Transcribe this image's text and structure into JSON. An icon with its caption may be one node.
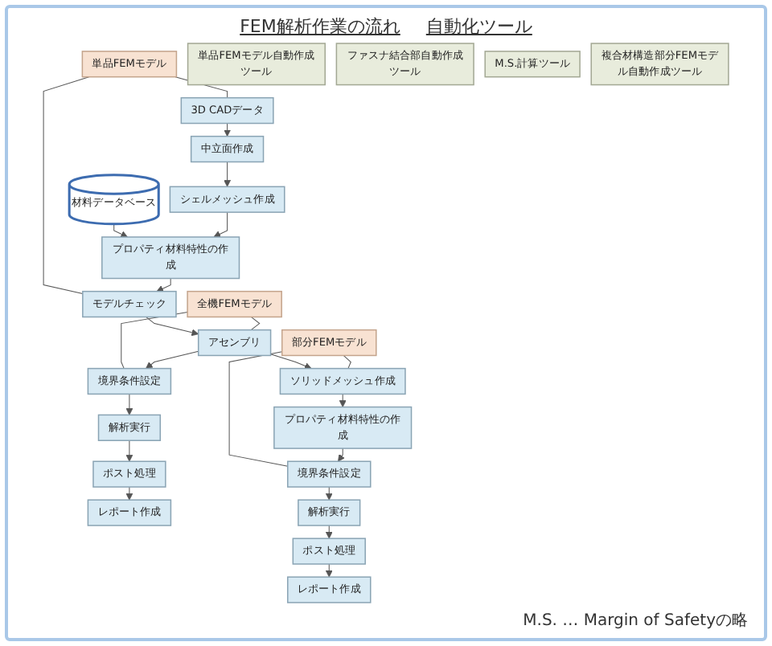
{
  "diagram": {
    "title": "FEM解析作業の流れ",
    "nodes": [
      {
        "text": [
          "単品FEMモデル"
        ]
      },
      {
        "text": [
          "材料データベース"
        ]
      },
      {
        "text": [
          "3D CADデータ"
        ]
      },
      {
        "text": [
          "中立面作成"
        ]
      },
      {
        "text": [
          "シェルメッシュ作成"
        ]
      },
      {
        "text": [
          "プロパティ材料特性の作成"
        ]
      },
      {
        "text": [
          "モデルチェック"
        ]
      },
      {
        "text": [
          "単品FEMモデル自動作成ツール"
        ]
      },
      {
        "text": [
          "全機FEMモデル"
        ]
      },
      {
        "text": [
          "アセンブリ"
        ]
      },
      {
        "text": [
          "境界条件設定"
        ]
      },
      {
        "text": [
          "解析実行"
        ]
      },
      {
        "text": [
          "ポスト処理"
        ]
      },
      {
        "text": [
          "レポート作成"
        ]
      },
      {
        "text": [
          "ファスナ結合部自動作成ツール"
        ]
      },
      {
        "text": [
          "M.S.計算ツール"
        ]
      },
      {
        "text": [
          "部分FEMモデル"
        ]
      },
      {
        "text": [
          "ソリッドメッシュ作成"
        ]
      },
      {
        "text": [
          "プロパティ材料特性の作成"
        ]
      },
      {
        "text": [
          "境界条件設定"
        ]
      },
      {
        "text": [
          "解析実行"
        ]
      },
      {
        "text": [
          "ポスト処理"
        ]
      },
      {
        "text": [
          "レポート作成"
        ]
      },
      {
        "text": [
          "複合材構造部分FEMモデル自動作成ツール"
        ]
      }
    ],
    "edges": [
      {
        "from": 0,
        "to": 2,
        "arrow": "none"
      },
      {
        "from": 0,
        "to": 6,
        "arrow": "none"
      },
      {
        "from": 1,
        "to": 5,
        "arrow": "to"
      },
      {
        "from": 2,
        "to": 3,
        "arrow": "to"
      },
      {
        "from": 3,
        "to": 4,
        "arrow": "to"
      },
      {
        "from": 4,
        "to": 5,
        "arrow": "to"
      },
      {
        "from": 5,
        "to": 6,
        "arrow": "to"
      },
      {
        "from": 6,
        "to": 9,
        "arrow": "to"
      },
      {
        "from": 8,
        "to": 9,
        "arrow": "none"
      },
      {
        "from": 8,
        "to": 10,
        "arrow": "none"
      },
      {
        "from": 9,
        "to": 10,
        "arrow": "to"
      },
      {
        "from": 9,
        "to": 17,
        "arrow": "to"
      },
      {
        "from": 10,
        "to": 11,
        "arrow": "to"
      },
      {
        "from": 11,
        "to": 12,
        "arrow": "to"
      },
      {
        "from": 12,
        "to": 13,
        "arrow": "to"
      },
      {
        "from": 16,
        "to": 17,
        "arrow": "none"
      },
      {
        "from": 16,
        "to": 19,
        "arrow": "none"
      },
      {
        "from": 17,
        "to": 18,
        "arrow": "to"
      },
      {
        "from": 18,
        "to": 19,
        "arrow": "to"
      },
      {
        "from": 19,
        "to": 20,
        "arrow": "to"
      },
      {
        "from": 20,
        "to": 21,
        "arrow": "to"
      },
      {
        "from": 21,
        "to": 22,
        "arrow": "to"
      }
    ],
    "labels": [
      "自動化ツール",
      "M.S. … Margin of Safetyの略"
    ]
  }
}
